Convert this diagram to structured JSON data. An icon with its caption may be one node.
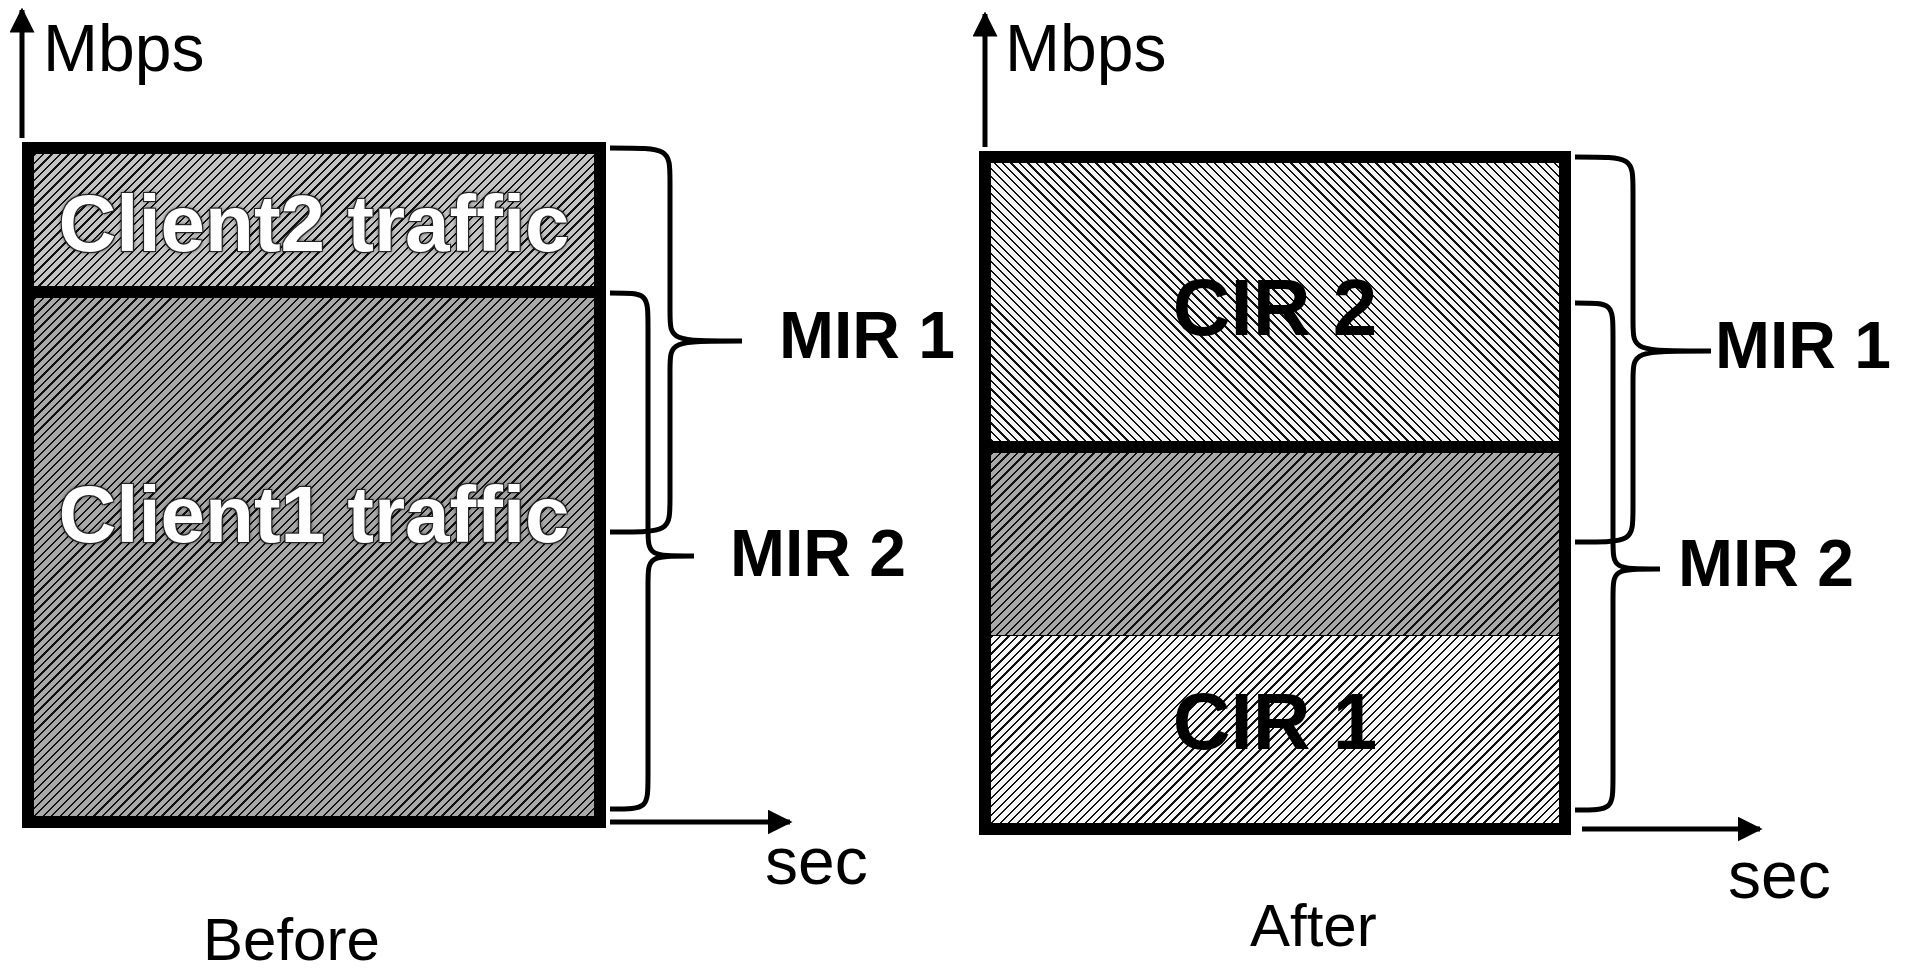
{
  "diagram": {
    "nodes": [
      {
        "text": [
          "Client2 traffic"
        ]
      },
      {
        "text": [
          "Client1 traffic"
        ]
      },
      {
        "text": [
          "CIR 2"
        ]
      },
      {
        "text": [],
        "shape": "box"
      },
      {
        "text": [
          "CIR 1"
        ]
      }
    ],
    "labels": [
      "Mbps",
      "Mbps",
      "MIR 1",
      "MIR 1",
      "MIR 2",
      "MIR 2",
      "sec",
      "sec",
      "Before",
      "After"
    ]
  }
}
